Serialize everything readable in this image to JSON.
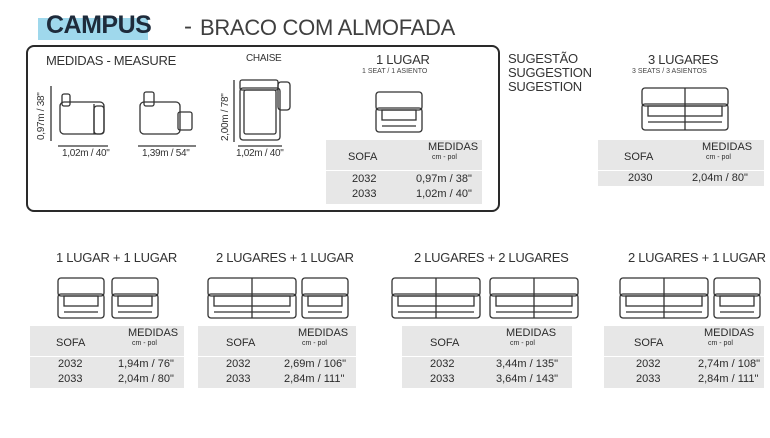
{
  "title": {
    "brand": "CAMPUS",
    "dash": "-",
    "subtitle": "BRACO COM ALMOFADA"
  },
  "measures": {
    "heading": "MEDIDAS - MEASURE",
    "height_label": "0,97m / 38\"",
    "width_1": "1,02m / 40\"",
    "width_2": "1,39m / 54\"",
    "chaise_heading": "CHAISE",
    "chaise_height": "2,00m / 78\"",
    "chaise_width": "1,02m / 40\""
  },
  "one_seat": {
    "title": "1 LUGAR",
    "subtitle": "1 SEAT / 1 ASIENTO"
  },
  "suggestion": [
    "SUGESTÃO",
    "SUGGESTION",
    "SUGESTION"
  ],
  "three_seat": {
    "title": "3 LUGARES",
    "subtitle": "3 SEATS / 3 ASIENTOS"
  },
  "table_headers": {
    "sofa": "SOFA",
    "medidas": "MEDIDAS",
    "units": "cm  -  pol"
  },
  "tables": {
    "one_seat": [
      [
        "2032",
        "0,97m / 38\""
      ],
      [
        "2033",
        "1,02m / 40\""
      ]
    ],
    "three_seat": [
      [
        "2030",
        "2,04m / 80\""
      ]
    ],
    "combo1": [
      [
        "2032",
        "1,94m / 76\""
      ],
      [
        "2033",
        "2,04m / 80\""
      ]
    ],
    "combo2": [
      [
        "2032",
        "2,69m / 106\""
      ],
      [
        "2033",
        "2,84m / 111\""
      ]
    ],
    "combo3": [
      [
        "2032",
        "3,44m / 135\""
      ],
      [
        "2033",
        "3,64m / 143\""
      ]
    ],
    "combo4": [
      [
        "2032",
        "2,74m / 108\""
      ],
      [
        "2033",
        "2,84m / 111\""
      ]
    ]
  },
  "combos": [
    "1 LUGAR + 1 LUGAR",
    "2 LUGARES + 1 LUGAR",
    "2 LUGARES + 2 LUGARES",
    "2 LUGARES + 1 LUGAR"
  ]
}
